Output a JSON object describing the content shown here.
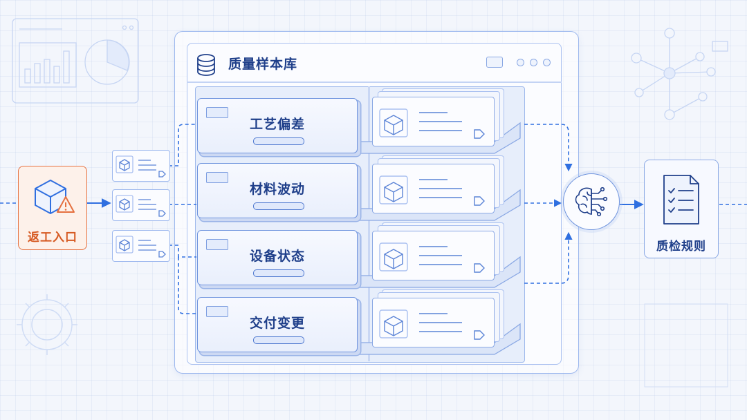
{
  "window": {
    "title": "质量样本库"
  },
  "entry": {
    "label": "返工入口"
  },
  "rules": {
    "label": "质检规则"
  },
  "drawers": [
    {
      "label": "工艺偏差"
    },
    {
      "label": "材料波动"
    },
    {
      "label": "设备状态"
    },
    {
      "label": "交付变更"
    }
  ],
  "colors": {
    "accent": "#2f6fe0",
    "line": "#6f94de",
    "warning": "#e5703f",
    "text": "#1f3f8a"
  },
  "icons": [
    "database-icon",
    "cube-icon",
    "warning-icon",
    "tag-icon",
    "brain-circuit-icon",
    "checklist-icon",
    "bar-chart-icon",
    "pie-chart-icon",
    "network-icon",
    "gear-icon"
  ]
}
